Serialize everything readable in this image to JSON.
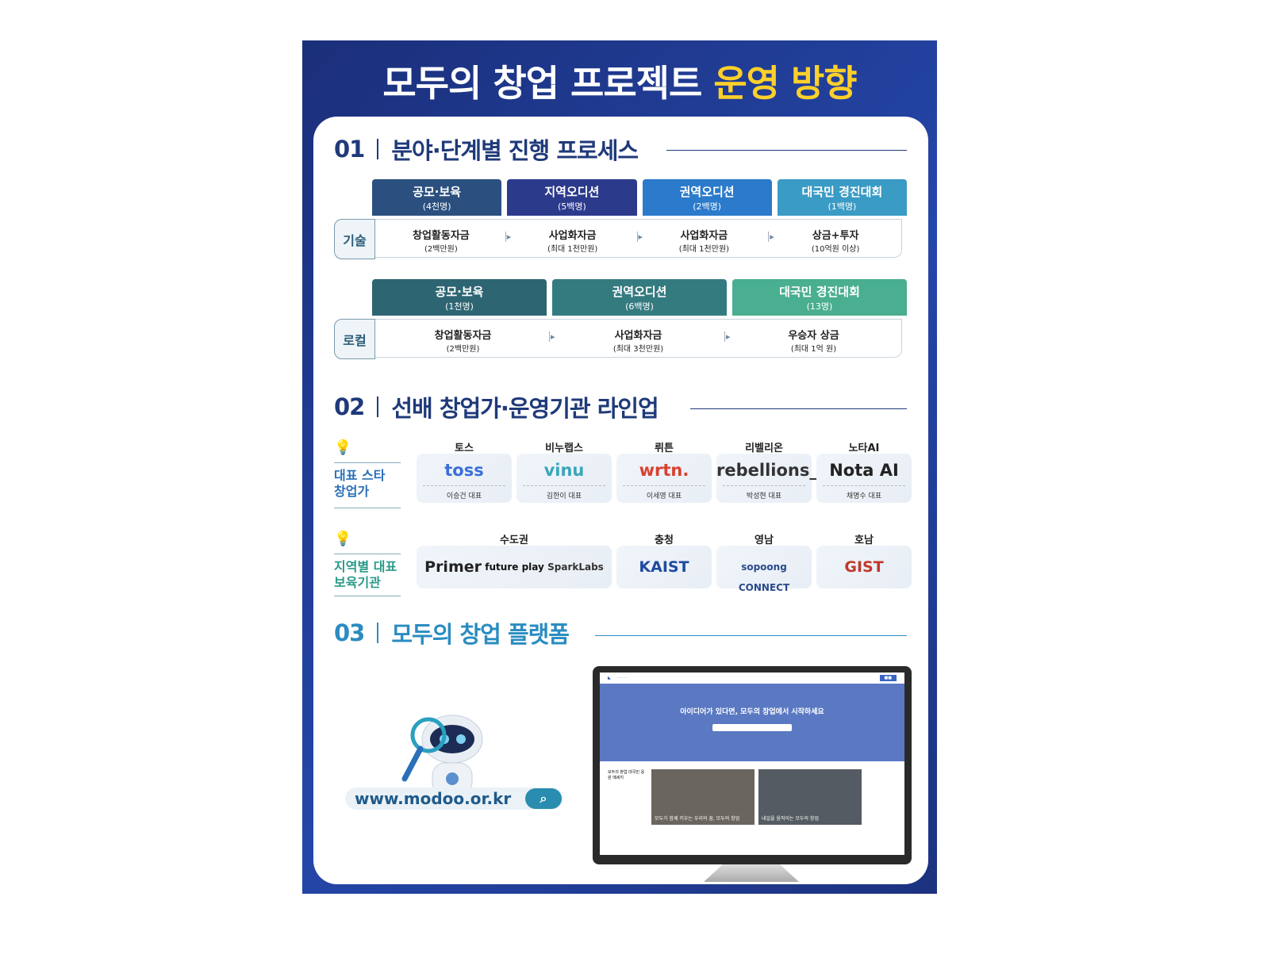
{
  "title": {
    "main": "모두의 창업 프로젝트",
    "highlight": "운영 방향"
  },
  "sections": [
    {
      "num": "01",
      "title": "분야·단계별 진행 프로세스"
    },
    {
      "num": "02",
      "title": "선배 창업가·운영기관 라인업"
    },
    {
      "num": "03",
      "title": "모두의 창업 플랫폼"
    }
  ],
  "tech": {
    "label": "기술",
    "colors": [
      "#2b507f",
      "#2c3a8c",
      "#2b7acb",
      "#3a9bc5"
    ],
    "stages": [
      {
        "name": "공모·보육",
        "count": "(4천명)",
        "fund": "창업활동자금",
        "amount": "(2백만원)"
      },
      {
        "name": "지역오디션",
        "count": "(5백명)",
        "fund": "사업화자금",
        "amount": "(최대 1천만원)"
      },
      {
        "name": "권역오디션",
        "count": "(2백명)",
        "fund": "사업화자금",
        "amount": "(최대 1천만원)"
      },
      {
        "name": "대국민 경진대회",
        "count": "(1백명)",
        "fund": "상금+투자",
        "amount": "(10억원 이상)"
      }
    ]
  },
  "local": {
    "label": "로컬",
    "colors": [
      "#2e6573",
      "#347b80",
      "#4aae90"
    ],
    "stages": [
      {
        "name": "공모·보육",
        "count": "(1천명)",
        "fund": "창업활동자금",
        "amount": "(2백만원)"
      },
      {
        "name": "권역오디션",
        "count": "(6백명)",
        "fund": "사업화자금",
        "amount": "(최대 3천만원)"
      },
      {
        "name": "대국민 경진대회",
        "count": "(13명)",
        "fund": "우승자 상금",
        "amount": "(최대 1억 원)"
      }
    ]
  },
  "stars": {
    "label1": "대표 스타",
    "label2": "창업가",
    "items": [
      {
        "name": "토스",
        "logo": "toss",
        "ceo": "이승건 대표",
        "color": "#3b6fd8"
      },
      {
        "name": "비누랩스",
        "logo": "vinu",
        "ceo": "김한이 대표",
        "color": "#3aa7b8"
      },
      {
        "name": "뤼튼",
        "logo": "wrtn.",
        "ceo": "이세영 대표",
        "color": "#d8412f"
      },
      {
        "name": "리벨리온",
        "logo": "rebellions_",
        "ceo": "박성현 대표",
        "color": "#333333"
      },
      {
        "name": "노타AI",
        "logo": "Nota AI",
        "ceo": "채명수 대표",
        "color": "#222222"
      }
    ]
  },
  "regions": {
    "label1": "지역별 대표",
    "label2": "보육기관",
    "items": [
      {
        "name": "수도권",
        "logos": [
          "Primer",
          "future play",
          "SparkLabs"
        ]
      },
      {
        "name": "충청",
        "logos": [
          "KAIST"
        ]
      },
      {
        "name": "영남",
        "logos": [
          "sopoong CONNECT"
        ]
      },
      {
        "name": "호남",
        "logos": [
          "GIST"
        ]
      }
    ]
  },
  "platform": {
    "url": "www.modoo.or.kr",
    "hero": "아이디어가 있다면, 모두의 창업에서 시작하세요",
    "side": "모두의 창업 대국민 응원 메세지",
    "video1": "모두가 함께 키우는 우리의 꿈, 모두의 창업",
    "video2": "내일을 움직이는 모두의 창업"
  }
}
